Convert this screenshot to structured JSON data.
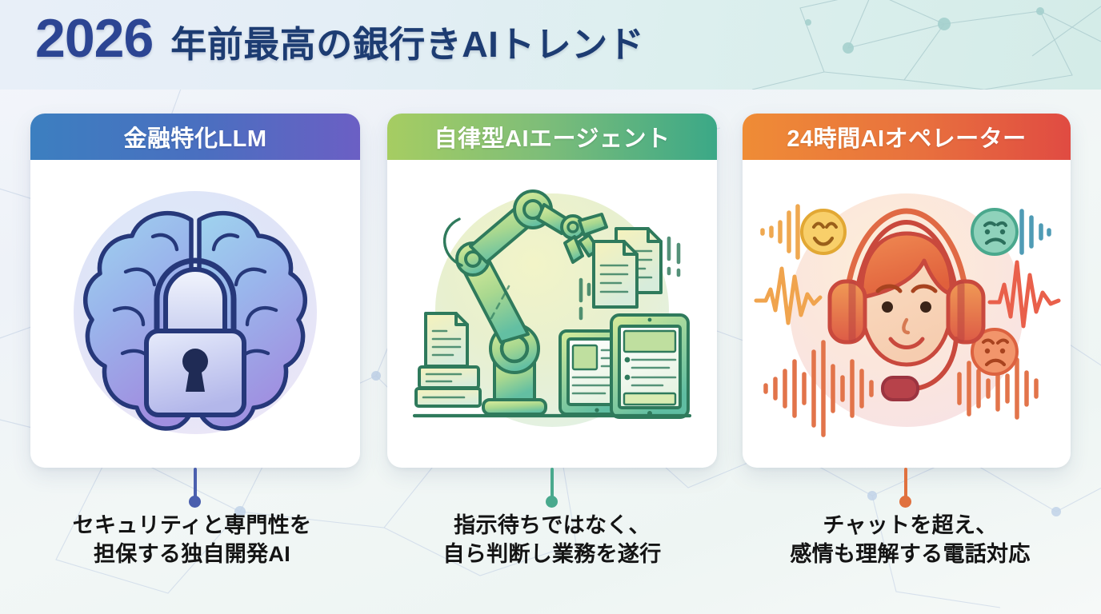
{
  "header": {
    "year": "2026",
    "title": "年前最高の銀行きAIトレンド",
    "year_color": "#2c4593",
    "title_color": "#1d3c72"
  },
  "cards": [
    {
      "id": "financial-llm",
      "header_label": "金融特化LLM",
      "header_gradient": [
        "#3c7fc0",
        "#6b5fc4"
      ],
      "illustration": "brain-lock-icon",
      "connector_color": "#4a5fae",
      "caption_lines": [
        "セキュリティと専門性を",
        "担保する独自開発AI"
      ]
    },
    {
      "id": "autonomous-agent",
      "header_label": "自律型AIエージェント",
      "header_gradient": [
        "#a6cd62",
        "#3ba887"
      ],
      "illustration": "robot-arm-documents-icon",
      "connector_color": "#49a98d",
      "caption_lines": [
        "指示待ちではなく、",
        "自ら判断し業務を遂行"
      ]
    },
    {
      "id": "ai-operator",
      "header_label": "24時間AIオペレーター",
      "header_gradient": [
        "#ef8c36",
        "#e04b42"
      ],
      "illustration": "headset-operator-waveform-icon",
      "connector_color": "#e0713f",
      "caption_lines": [
        "チャットを超え、",
        "感情も理解する電話対応"
      ]
    }
  ],
  "background": {
    "base_color": "#f2f6f8",
    "band_gradient": [
      "#e8eff8",
      "#d4ece8"
    ],
    "network_line_color": "#c6d4e4",
    "network_node_color": "#bdd0e6"
  }
}
